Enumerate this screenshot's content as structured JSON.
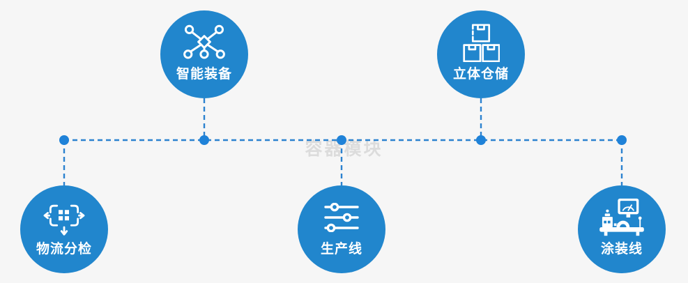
{
  "watermark": "容器模块",
  "theme": {
    "background": "#f6f6f6",
    "circle_fill": "#2186cd",
    "connector_line": "#2b82cf",
    "connector_dot": "#1f82d8",
    "label_color": "#ffffff",
    "watermark_color": "#dcdcdc"
  },
  "diagram": {
    "type": "network-flow",
    "nodes": [
      {
        "id": "smart-equipment",
        "label": "智能装备",
        "icon": "network-nodes-icon",
        "position": "top-left"
      },
      {
        "id": "stereo-warehouse",
        "label": "立体仓储",
        "icon": "stacked-boxes-icon",
        "position": "top-right"
      },
      {
        "id": "logistics-sorting",
        "label": "物流分检",
        "icon": "sort-distribute-icon",
        "position": "bottom-left"
      },
      {
        "id": "production-line",
        "label": "生产线",
        "icon": "sliders-icon",
        "position": "bottom-center"
      },
      {
        "id": "coating-line",
        "label": "涂装线",
        "icon": "control-machine-icon",
        "position": "bottom-right"
      }
    ],
    "connections": "all five nodes joined to one horizontal dashed bus line with junction dots"
  }
}
